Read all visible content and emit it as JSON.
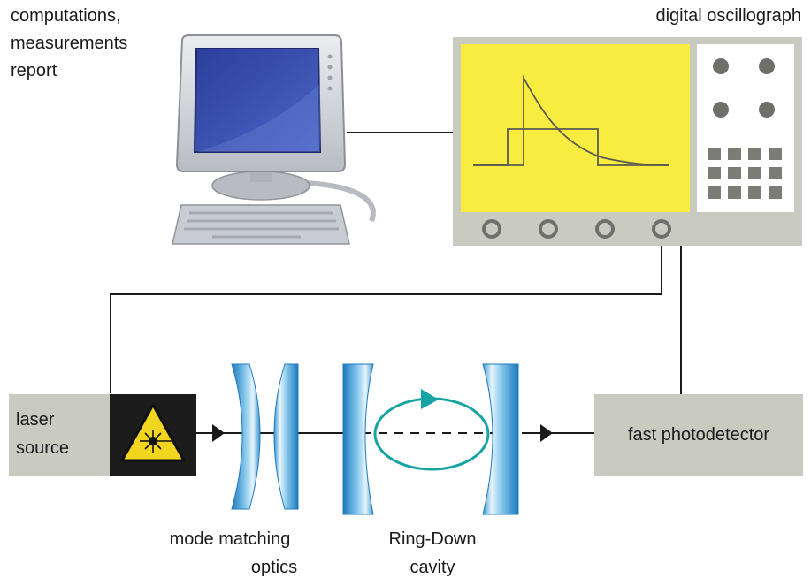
{
  "labels": {
    "computer_line1": "computations,",
    "computer_line2": "measurements",
    "computer_line3": "report",
    "oscillograph": "digital oscillograph",
    "laser_line1": "laser",
    "laser_line2": "source",
    "photodetector": "fast photodetector",
    "optics_line1": "mode matching",
    "optics_line2": "optics",
    "cavity_line1": "Ring-Down",
    "cavity_line2": "cavity"
  },
  "icons": {
    "laser_warning": "laser-warning-icon",
    "computer": "desktop-computer-icon",
    "oscilloscope": "oscilloscope-icon"
  },
  "colors": {
    "scope_screen": "#f7ec3f",
    "device_gray": "#c8c9bf",
    "optic_blue": "#2f8fcf",
    "optic_light": "#d6ecf7",
    "cavity_loop": "#17a3a3",
    "laser_box": "#1c1c1c",
    "warning_yellow": "#f1d51e"
  }
}
